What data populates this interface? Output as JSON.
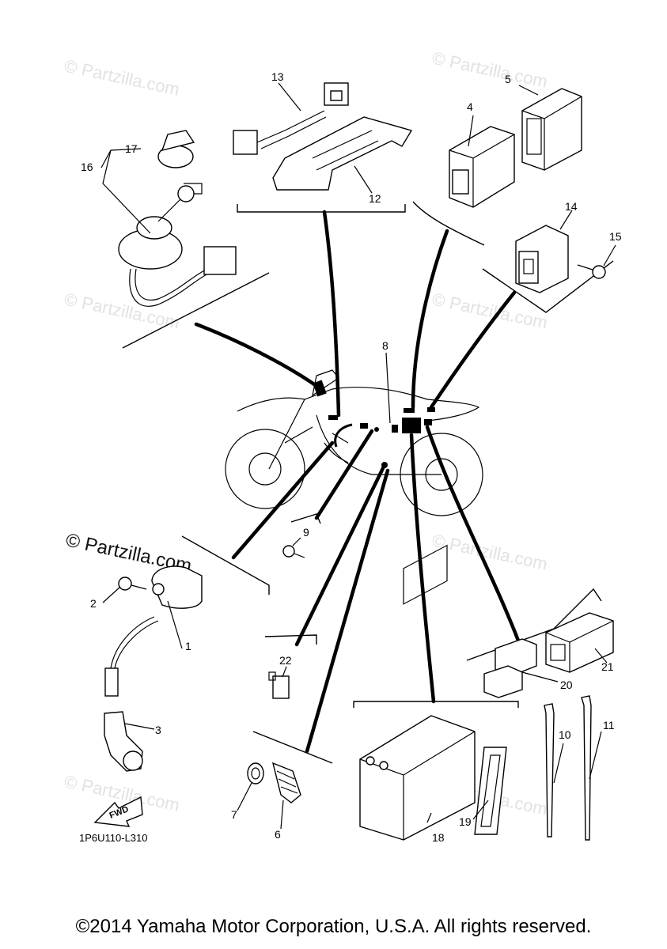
{
  "watermarks": [
    "© Partzilla.com",
    "© Partzilla.com",
    "© Partzilla.com",
    "© Partzilla.com",
    "© Partzilla.com",
    "© Partzilla.com",
    "© Partzilla.com"
  ],
  "watermark_main": "© Partzilla.com",
  "diagram_code": "1P6U110-L310",
  "fwd_label": "FWD",
  "callouts": [
    "1",
    "2",
    "3",
    "4",
    "5",
    "6",
    "7",
    "8",
    "9",
    "10",
    "11",
    "12",
    "13",
    "14",
    "15",
    "16",
    "17",
    "18",
    "19",
    "20",
    "21",
    "22"
  ],
  "copyright": "©2014 Yamaha Motor Corporation, U.S.A. All rights reserved."
}
